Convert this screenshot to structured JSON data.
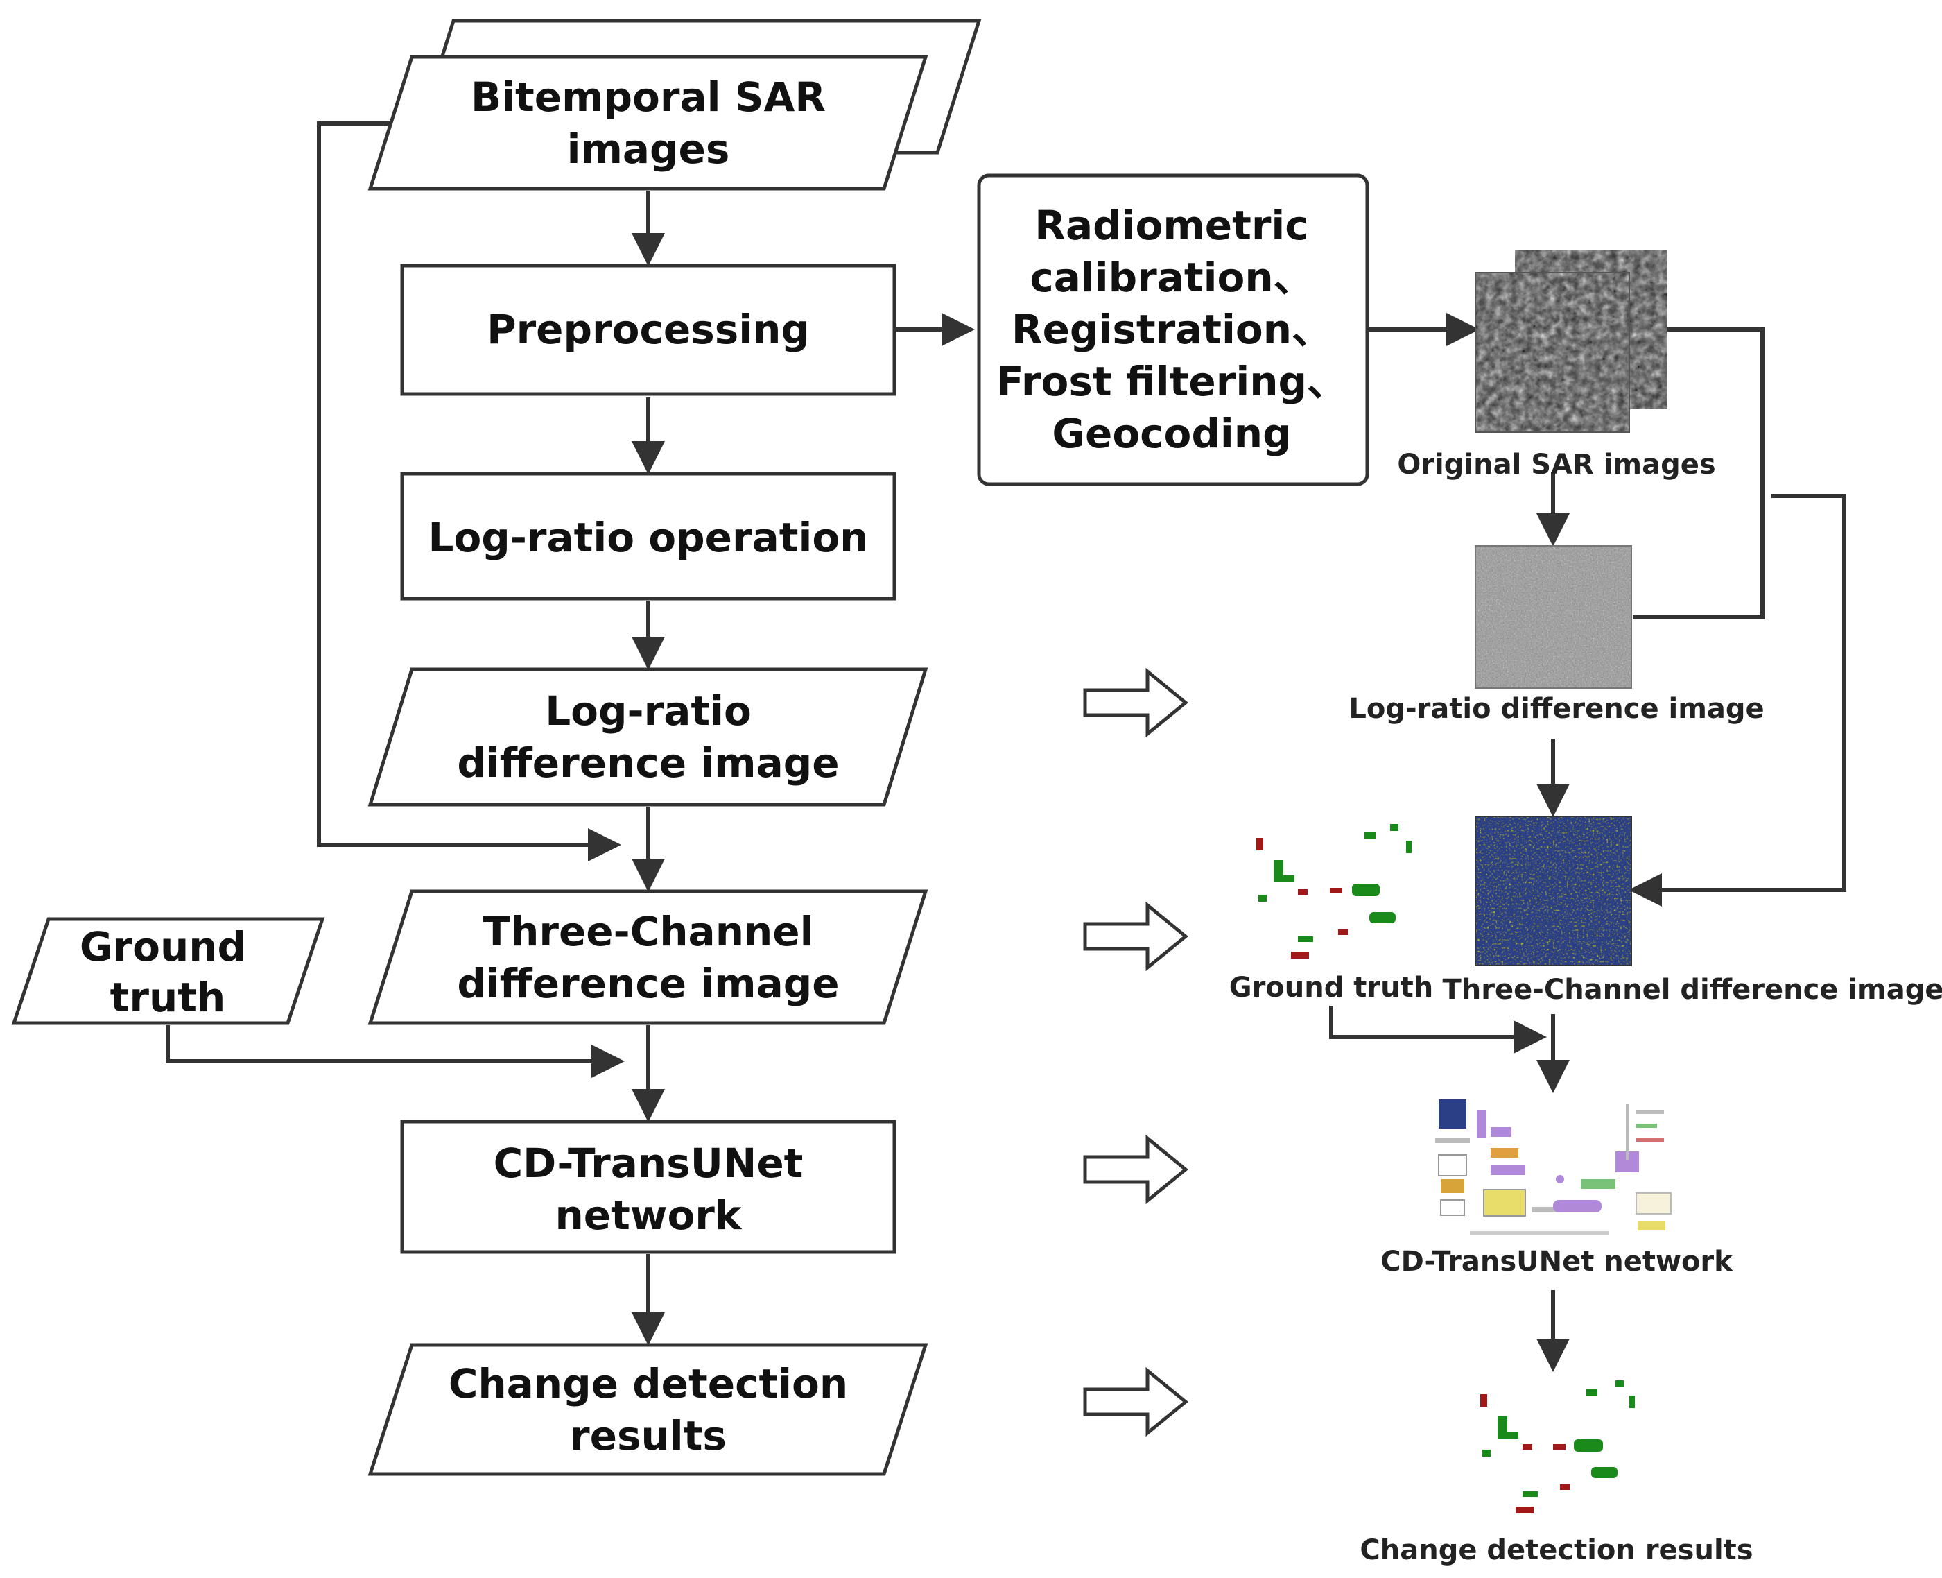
{
  "nodes": {
    "bitemporal": [
      "Bitemporal SAR",
      "images"
    ],
    "preprocessing": [
      "Preprocessing"
    ],
    "radiometric": [
      "Radiometric",
      "calibration、",
      "Registration、",
      "Frost filtering、",
      "Geocoding"
    ],
    "logratio_op": [
      "Log-ratio operation"
    ],
    "logratio_img": [
      "Log-ratio",
      "difference image"
    ],
    "threechannel": [
      "Three-Channel",
      "difference image"
    ],
    "groundtruth": [
      "Ground",
      "truth"
    ],
    "cdtransunet": [
      "CD-TransUNet",
      "network"
    ],
    "results": [
      "Change detection",
      "results"
    ]
  },
  "captions": {
    "original_sar": "Original SAR images",
    "logratio_diff": "Log-ratio difference image",
    "ground_truth": "Ground truth",
    "three_channel": "Three-Channel difference image",
    "cd_transunet": "CD-TransUNet network",
    "change_results": "Change detection results"
  },
  "colors": {
    "stroke": "#333333",
    "change_green": "#1a8a1a",
    "change_red": "#a01818",
    "three_channel_blue": "#2a3f86",
    "three_channel_yellow": "#c8c24a"
  }
}
